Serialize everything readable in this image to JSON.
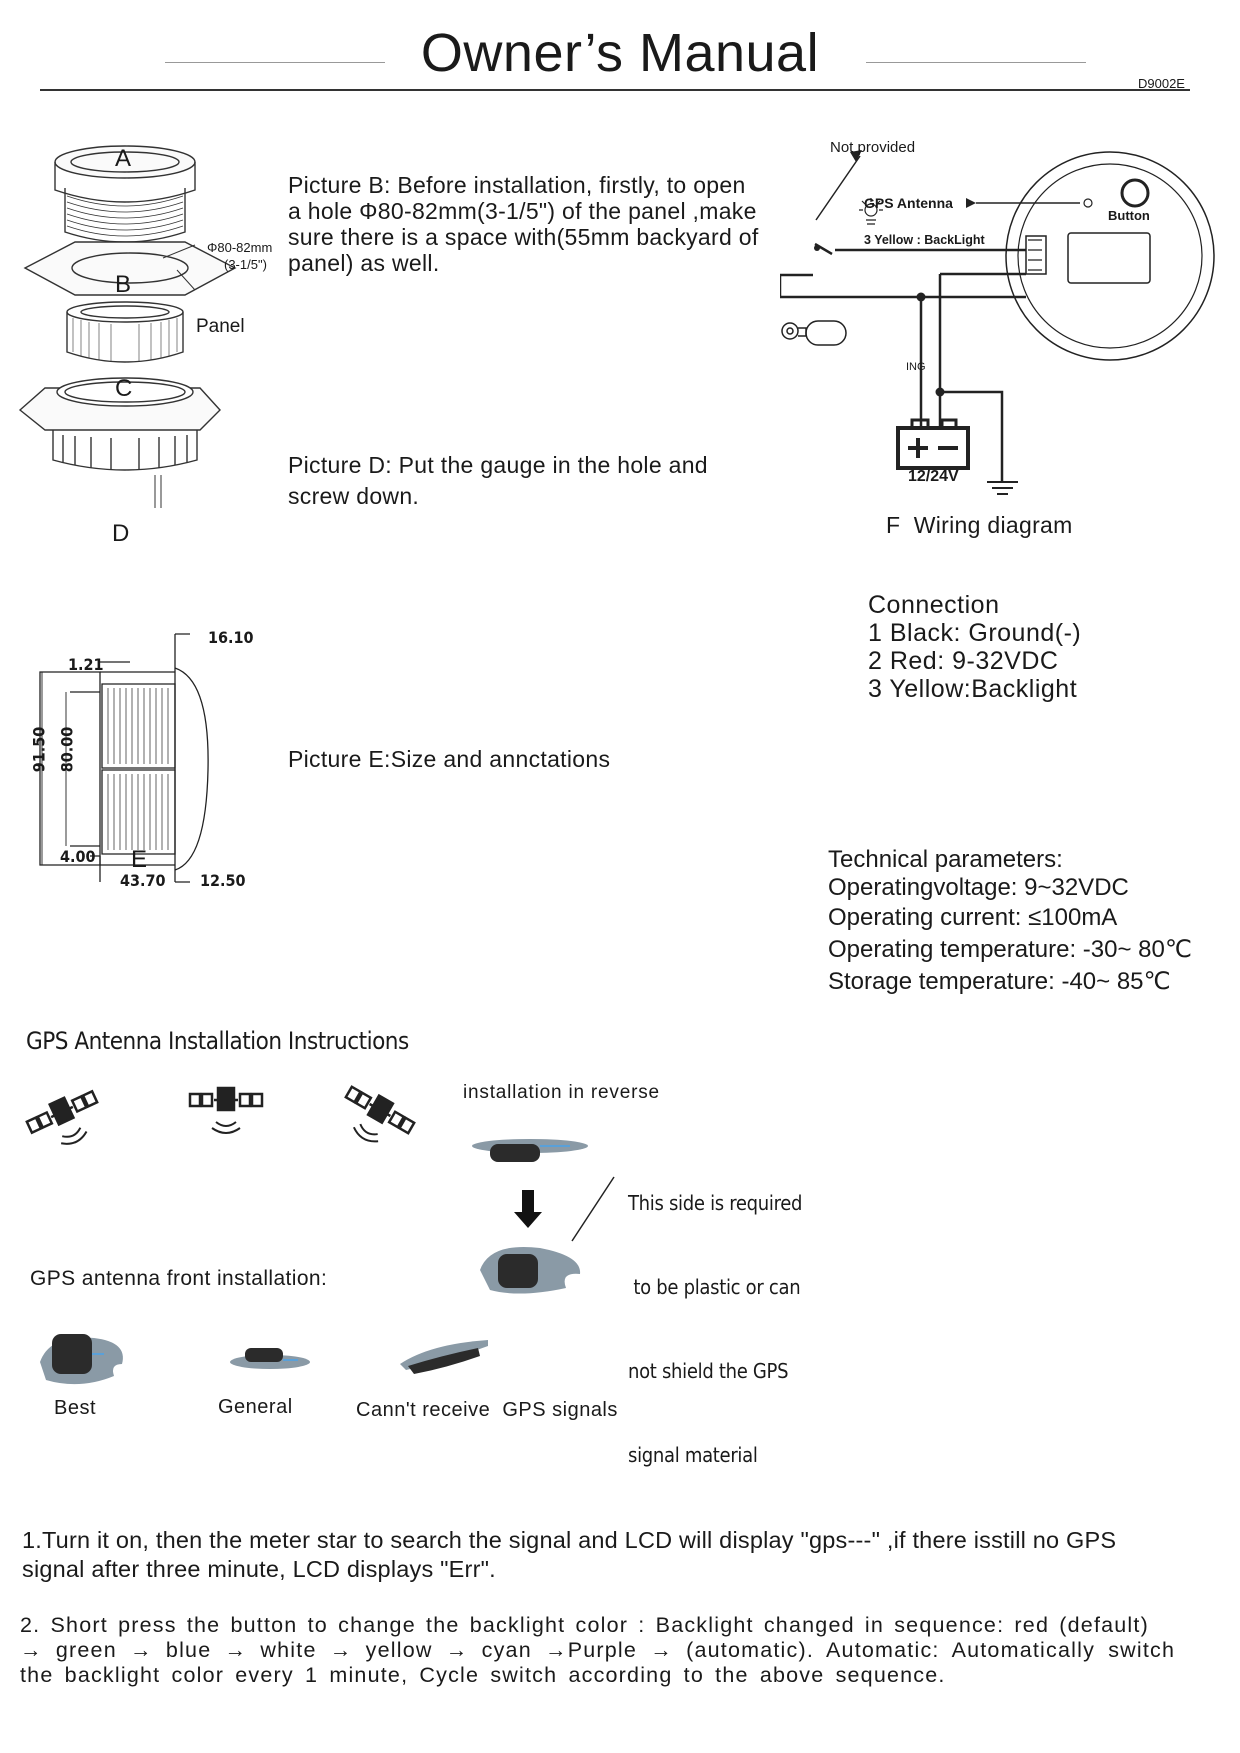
{
  "header": {
    "title": "Owner’s Manual",
    "code": "D9002E"
  },
  "parts": {
    "labels": [
      "A",
      "B",
      "C",
      "D"
    ],
    "hole_dim": "Φ80-82mm",
    "hole_dim_inch": "(3-1/5\")",
    "panel_label": "Panel"
  },
  "picture_b": {
    "lines": [
      "Picture B: Before installation, firstly, to open",
      "a hole Φ80-82mm(3-1/5\") of the panel ,make",
      "sure there is a space with(55mm backyard of",
      "panel) as well."
    ]
  },
  "picture_d": {
    "lines": [
      "Picture D: Put the gauge in the hole and",
      "screw down."
    ]
  },
  "picture_e": {
    "caption": "Picture E:Size and annctations",
    "label": "E",
    "dims": {
      "d1": "16.10",
      "d2": "1.21",
      "d3": "91.50",
      "d4": "80.00",
      "d5": "4.00",
      "d6": "43.70",
      "d7": "12.50"
    }
  },
  "wiring": {
    "not_provided": "Not provided",
    "gps_antenna": "GPS Antenna",
    "button": "Button",
    "backlight": "3 Yellow : BackLight",
    "ing": "ING",
    "voltage": "12/24V",
    "caption": "F  Wiring diagram"
  },
  "connection": {
    "title": "Connection",
    "items": [
      "1 Black: Ground(-)",
      "2 Red: 9-32VDC",
      "3 Yellow:Backlight"
    ]
  },
  "technical": {
    "title": "Technical parameters:",
    "items": [
      "Operatingvoltage: 9~32VDC",
      "Operating current: ≤100mA",
      "Operating temperature: -30~ 80℃",
      "Storage temperature: -40~ 85℃"
    ]
  },
  "gps": {
    "heading": "GPS Antenna Installation Instructions",
    "reverse": "installation in reverse",
    "note_lines": [
      "This side is required",
      " to be plastic or can",
      "not shield the GPS",
      "signal material"
    ],
    "front": "GPS antenna front installation:",
    "best": "Best",
    "general": "General",
    "cannot": "Cann't receive  GPS signals"
  },
  "instructions": {
    "p1": [
      "1.Turn it on, then the meter star to search the signal and LCD will display \"gps---\" ,if there isstill no GPS",
      "signal after three minute, LCD displays \"Err\"."
    ],
    "p2": [
      "2. Short press the button to change the backlight color : Backlight changed in sequence: red (default)",
      "→ green → blue → white → yellow → cyan →Purple → (automatic). Automatic: Automatically switch",
      "the backlight color every 1 minute,  Cycle switch according to the above sequence."
    ]
  }
}
